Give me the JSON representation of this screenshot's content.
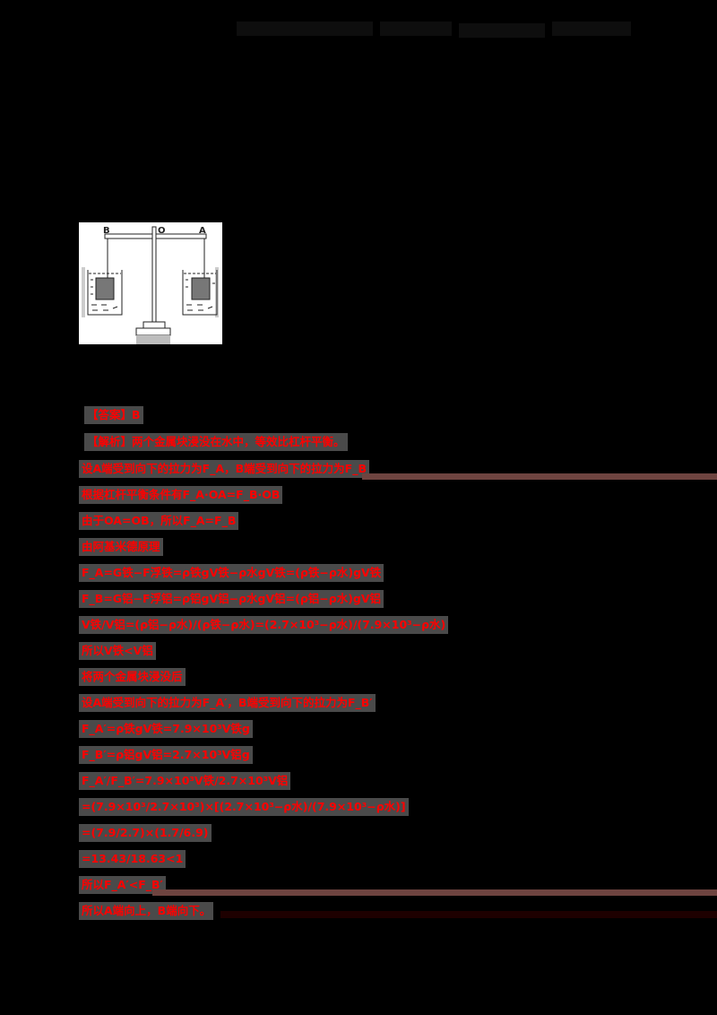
{
  "header": {
    "blocks": [
      "",
      "",
      "",
      ""
    ]
  },
  "figure": {
    "labels": {
      "left": "B",
      "pivot": "O",
      "right": "A"
    },
    "description": "lever balance with two metal blocks immersed in water-filled beakers"
  },
  "solution": {
    "lines": [
      "【答案】B",
      "【解析】两个金属块浸没在水中，等效比杠杆平衡。",
      "设A端受到向下的拉力为F_A，B端受到向下的拉力为F_B",
      "根据杠杆平衡条件有F_A·OA=F_B·OB",
      "由于OA=OB，所以F_A=F_B",
      "由阿基米德原理",
      "F_A=G铁−F浮铁=ρ铁gV铁−ρ水gV铁=(ρ铁−ρ水)gV铁",
      "F_B=G铝−F浮铝=ρ铝gV铝−ρ水gV铝=(ρ铝−ρ水)gV铝",
      "V铁/V铝=(ρ铝−ρ水)/(ρ铁−ρ水)=(2.7×10³−ρ水)/(7.9×10³−ρ水)",
      "所以V铁<V铝",
      "将两个金属块浸没后",
      "设A端受到向下的拉力为F_A′，B端受到向下的拉力为F_B′",
      "F_A′=ρ铁gV铁=7.9×10³V铁g",
      "F_B′=ρ铝gV铝=2.7×10³V铝g",
      "F_A′/F_B′=7.9×10³V铁/2.7×10³V铝",
      "=(7.9×10³/2.7×10³)×[(2.7×10³−ρ水)/(7.9×10³−ρ水)]",
      "=(7.9/2.7)×(1.7/6.9)",
      "=13.43/18.63<1",
      "所以F_A′<F_B′",
      "所以A端向上，B端向下。"
    ]
  },
  "colors": {
    "text": "#ff0000",
    "highlight": "#4a4a4a",
    "background": "#000000",
    "rule": "#6e4440",
    "rule_dark": "#1e0000"
  }
}
